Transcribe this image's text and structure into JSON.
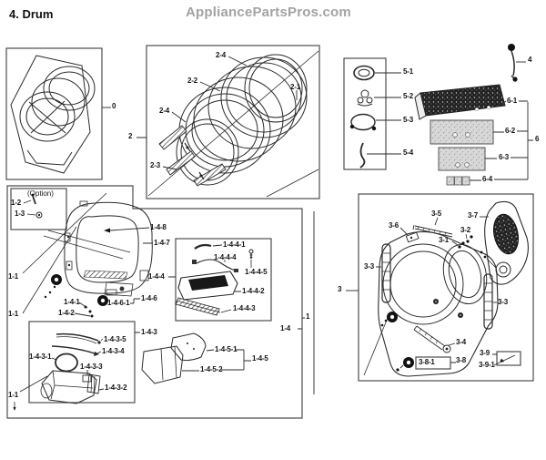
{
  "header": {
    "title": "4. Drum",
    "watermark": "AppliancePartsPros.com"
  },
  "groups": {
    "assembly": {
      "label": "0"
    },
    "drum": {
      "label": "2",
      "callouts": [
        "2-4",
        "2-2",
        "2-1",
        "2-4",
        "2-3"
      ]
    },
    "seals": {
      "callouts": [
        "5-1",
        "5-2",
        "5-3",
        "5-4"
      ]
    },
    "sensor": {
      "label": "4"
    },
    "filter": {
      "label": "6",
      "callouts": [
        "6-1",
        "6-2",
        "6-3",
        "6-4"
      ]
    },
    "front": {
      "label": "1",
      "sublabel": "1-4",
      "option_label": "(Option)",
      "callouts": [
        "1-2",
        "1-3",
        "1-1",
        "1-1",
        "1-1",
        "1-4-8",
        "1-4-7",
        "1-4-4",
        "1-4-4-1",
        "1-4-4-4",
        "1-4-4-5",
        "1-4-4-2",
        "1-4-4-3",
        "1-4-1",
        "1-4-2",
        "1-4-6-1",
        "1-4-6",
        "1-4-3",
        "1-4-3-5",
        "1-4-3-4",
        "1-4-3-1",
        "1-4-3-3",
        "1-4-3-2",
        "1-4-5-1",
        "1-4-5-2",
        "1-4-5"
      ]
    },
    "rear": {
      "label": "3",
      "callouts": [
        "3-5",
        "3-7",
        "3-6",
        "3-2",
        "3-1",
        "3-3",
        "3-3",
        "3-4",
        "3-8-1",
        "3-8",
        "3-9",
        "3-9-1"
      ]
    }
  }
}
